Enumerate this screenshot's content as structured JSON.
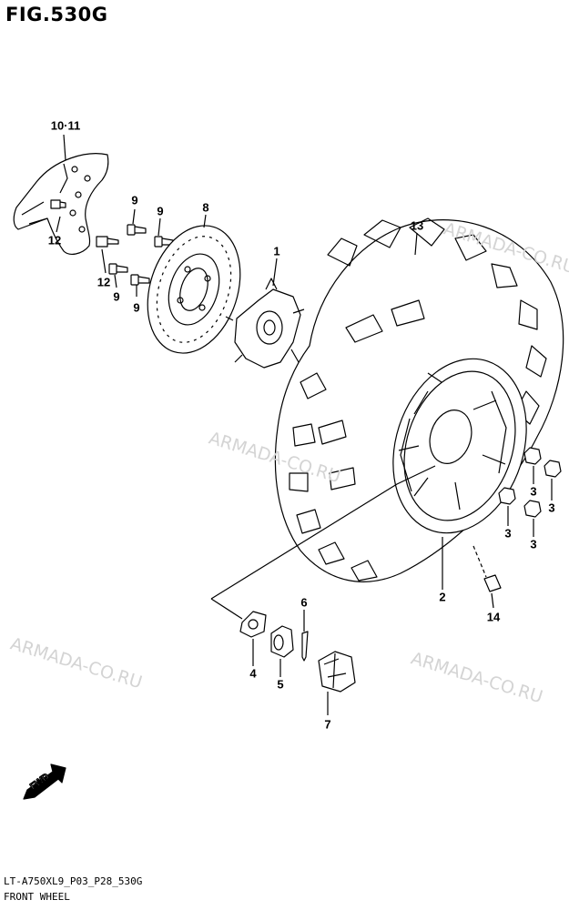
{
  "figure": {
    "title": "FIG.530G",
    "code": "LT-A750XL9_P03_P28_530G",
    "name": "FRONT WHEEL"
  },
  "fwd_badge": "FWD",
  "watermark": "ARMADA-CO.RU",
  "callouts": [
    {
      "id": "10-11",
      "label": "10·11"
    },
    {
      "id": "12a",
      "label": "12"
    },
    {
      "id": "12b",
      "label": "12"
    },
    {
      "id": "9a",
      "label": "9"
    },
    {
      "id": "9b",
      "label": "9"
    },
    {
      "id": "9c",
      "label": "9"
    },
    {
      "id": "9d",
      "label": "9"
    },
    {
      "id": "8",
      "label": "8"
    },
    {
      "id": "1",
      "label": "1"
    },
    {
      "id": "13",
      "label": "13"
    },
    {
      "id": "3a",
      "label": "3"
    },
    {
      "id": "3b",
      "label": "3"
    },
    {
      "id": "3c",
      "label": "3"
    },
    {
      "id": "3d",
      "label": "3"
    },
    {
      "id": "2",
      "label": "2"
    },
    {
      "id": "14",
      "label": "14"
    },
    {
      "id": "6",
      "label": "6"
    },
    {
      "id": "4",
      "label": "4"
    },
    {
      "id": "5",
      "label": "5"
    },
    {
      "id": "7",
      "label": "7"
    }
  ]
}
